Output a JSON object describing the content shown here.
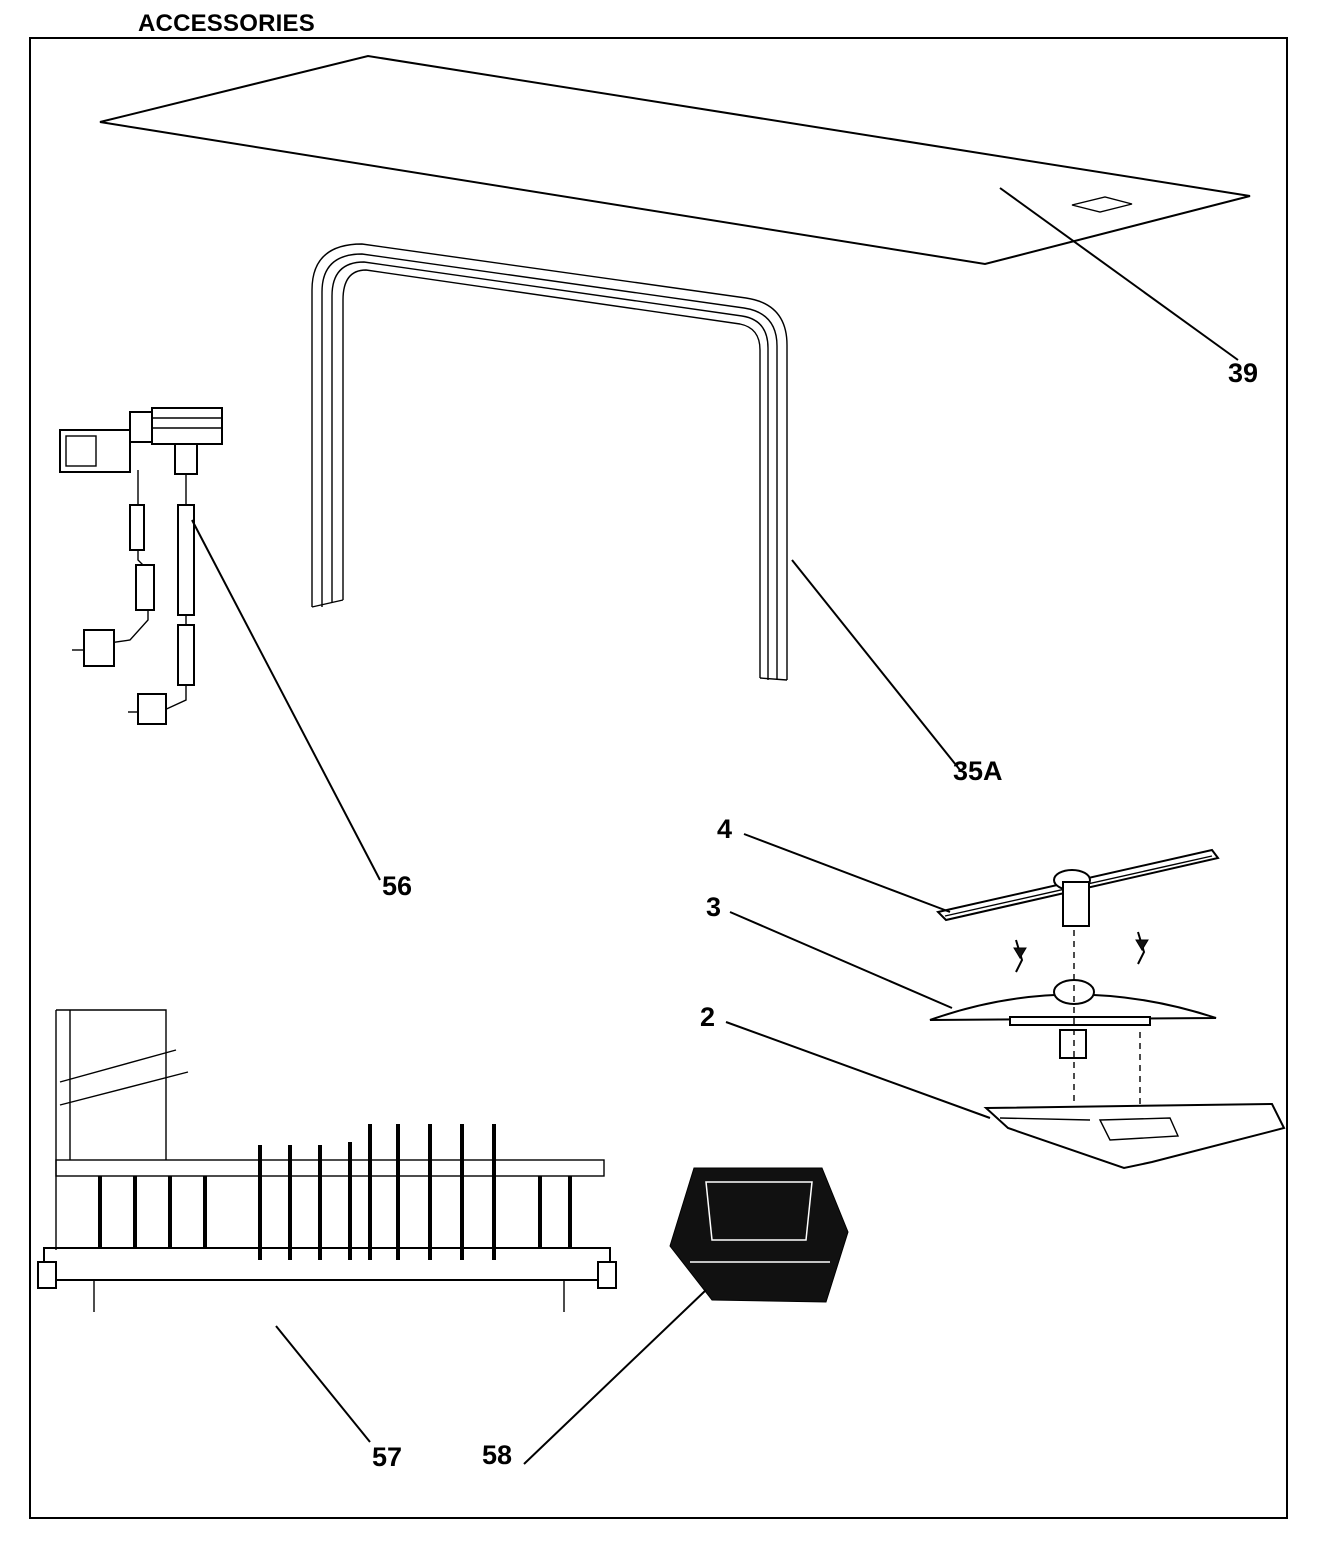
{
  "title": "ACCESSORIES",
  "parts": [
    {
      "label": "39"
    },
    {
      "label": "35A"
    },
    {
      "label": "56"
    },
    {
      "label": "4"
    },
    {
      "label": "3"
    },
    {
      "label": "2"
    },
    {
      "label": "57"
    },
    {
      "label": "58"
    }
  ]
}
